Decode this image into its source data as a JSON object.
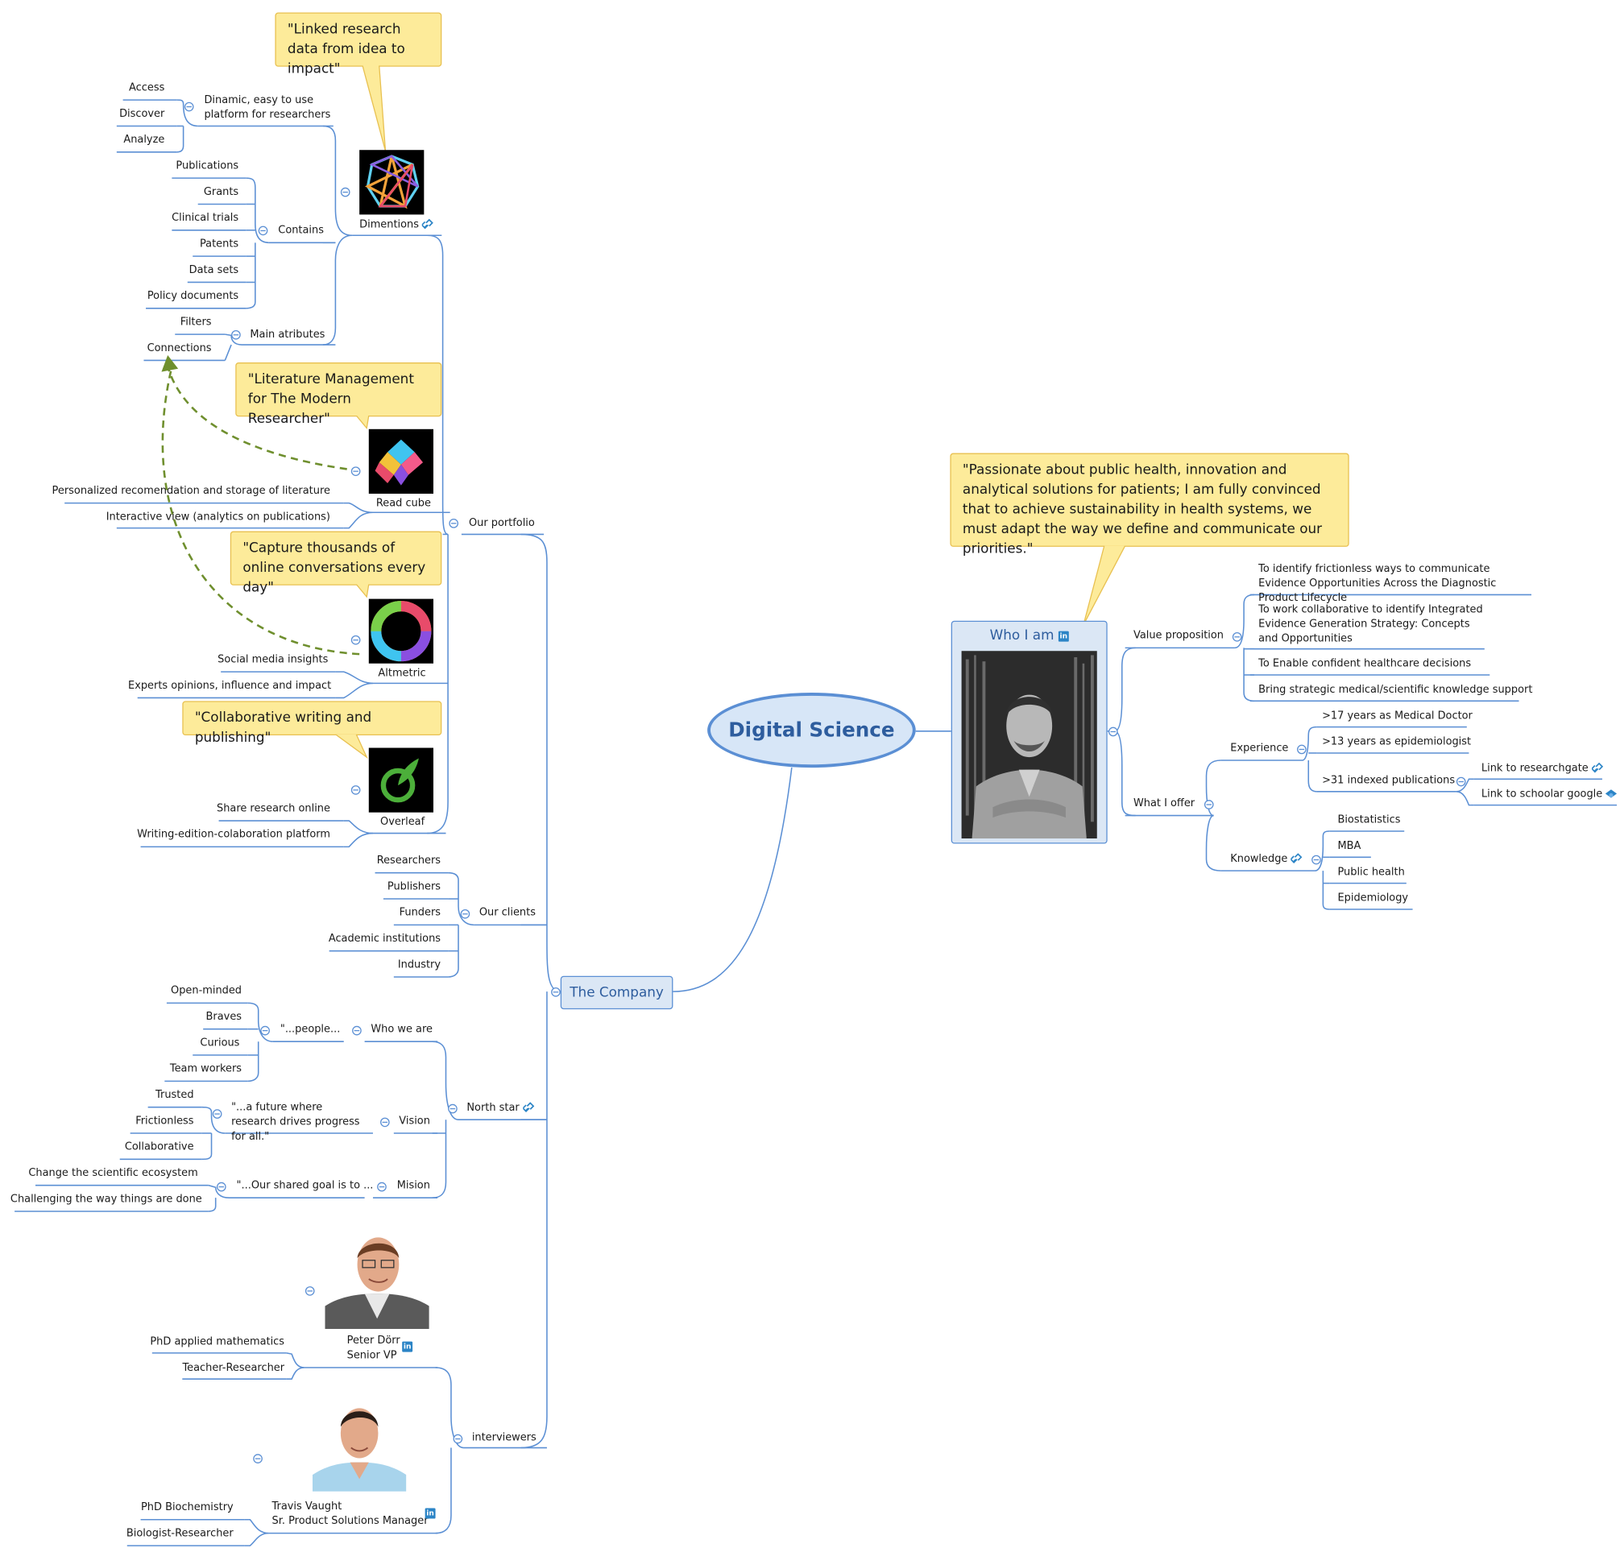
{
  "root": {
    "label": "Digital Science"
  },
  "company": {
    "label": "The Company",
    "portfolio": {
      "label": "Our portfolio",
      "dimentions": {
        "label": "Dimentions",
        "quote": "\"Linked research data from idea to impact\"",
        "platform": {
          "label": "Dinamic, easy to use platform for researchers",
          "items": [
            "Access",
            "Discover",
            "Analyze"
          ]
        },
        "contains": {
          "label": "Contains",
          "items": [
            "Publications",
            "Grants",
            "Clinical trials",
            "Patents",
            "Data sets",
            "Policy documents"
          ]
        },
        "attributes": {
          "label": "Main atributes",
          "items": [
            "Filters",
            "Connections"
          ]
        }
      },
      "readcube": {
        "label": "Read cube",
        "quote": "\"Literature Management for The Modern Researcher\"",
        "items": [
          "Personalized recomendation and storage of literature",
          "Interactive view (analytics on publications)"
        ]
      },
      "altmetric": {
        "label": "Altmetric",
        "quote": "\"Capture thousands of online conversations every day\"",
        "items": [
          "Social media insights",
          "Experts opinions, influence and impact"
        ]
      },
      "overleaf": {
        "label": "Overleaf",
        "quote": "\"Collaborative writing and publishing\"",
        "items": [
          "Share research online",
          "Writing-edition-colaboration platform"
        ]
      }
    },
    "clients": {
      "label": "Our clients",
      "items": [
        "Researchers",
        "Publishers",
        "Funders",
        "Academic institutions",
        "Industry"
      ]
    },
    "northstar": {
      "label": "North star",
      "who": {
        "label": "Who we are",
        "sub": "\"...people...",
        "items": [
          "Open-minded",
          "Braves",
          "Curious",
          "Team workers"
        ]
      },
      "vision": {
        "label": "Vision",
        "sub": "\"...a future where research drives progress for all.\"",
        "items": [
          "Trusted",
          "Frictionless",
          "Collaborative"
        ]
      },
      "mision": {
        "label": "Mision",
        "sub": "\"...Our shared goal is to ...",
        "items": [
          "Change the scientific ecosystem",
          "Challenging the way things are done"
        ]
      }
    },
    "interviewers": {
      "label": "interviewers",
      "peter": {
        "name": "Peter Dörr",
        "role": "Senior VP",
        "items": [
          "PhD applied mathematics",
          "Teacher-Researcher"
        ]
      },
      "travis": {
        "name": "Travis Vaught",
        "role": "Sr. Product Solutions Manager",
        "items": [
          "PhD Biochemistry",
          "Biologist-Researcher"
        ]
      }
    }
  },
  "whoami": {
    "label": "Who I am",
    "quote": "\"Passionate about public health, innovation and analytical solutions for patients; I am fully convinced that to achieve sustainability in health systems, we must adapt the way we define and communicate our priorities.\"",
    "value": {
      "label": "Value proposition",
      "items": [
        "To identify frictionless ways to communicate Evidence Opportunities Across the Diagnostic Product Lifecycle",
        "To work collaborative to identify Integrated Evidence Generation Strategy: Concepts and Opportunities",
        "To Enable confident healthcare decisions",
        "Bring strategic medical/scientific knowledge support"
      ]
    },
    "offer": {
      "label": "What I offer",
      "experience": {
        "label": "Experience",
        "items": [
          ">17 years as Medical Doctor",
          ">13 years as epidemiologist",
          ">31 indexed publications"
        ],
        "links": [
          "Link to researchgate",
          "Link to schoolar google"
        ]
      },
      "knowledge": {
        "label": "Knowledge",
        "items": [
          "Biostatistics",
          "MBA",
          "Public health",
          "Epidemiology"
        ]
      }
    }
  },
  "colors": {
    "line": "#5b8fd4",
    "callout": "#fdeb9a",
    "callout_border": "#e8c050",
    "relation": "#6f8f2e",
    "node_fill": "#dbe7f5"
  },
  "icons": [
    "linkedin-icon",
    "link-icon",
    "google-scholar-icon",
    "collapse-icon"
  ]
}
